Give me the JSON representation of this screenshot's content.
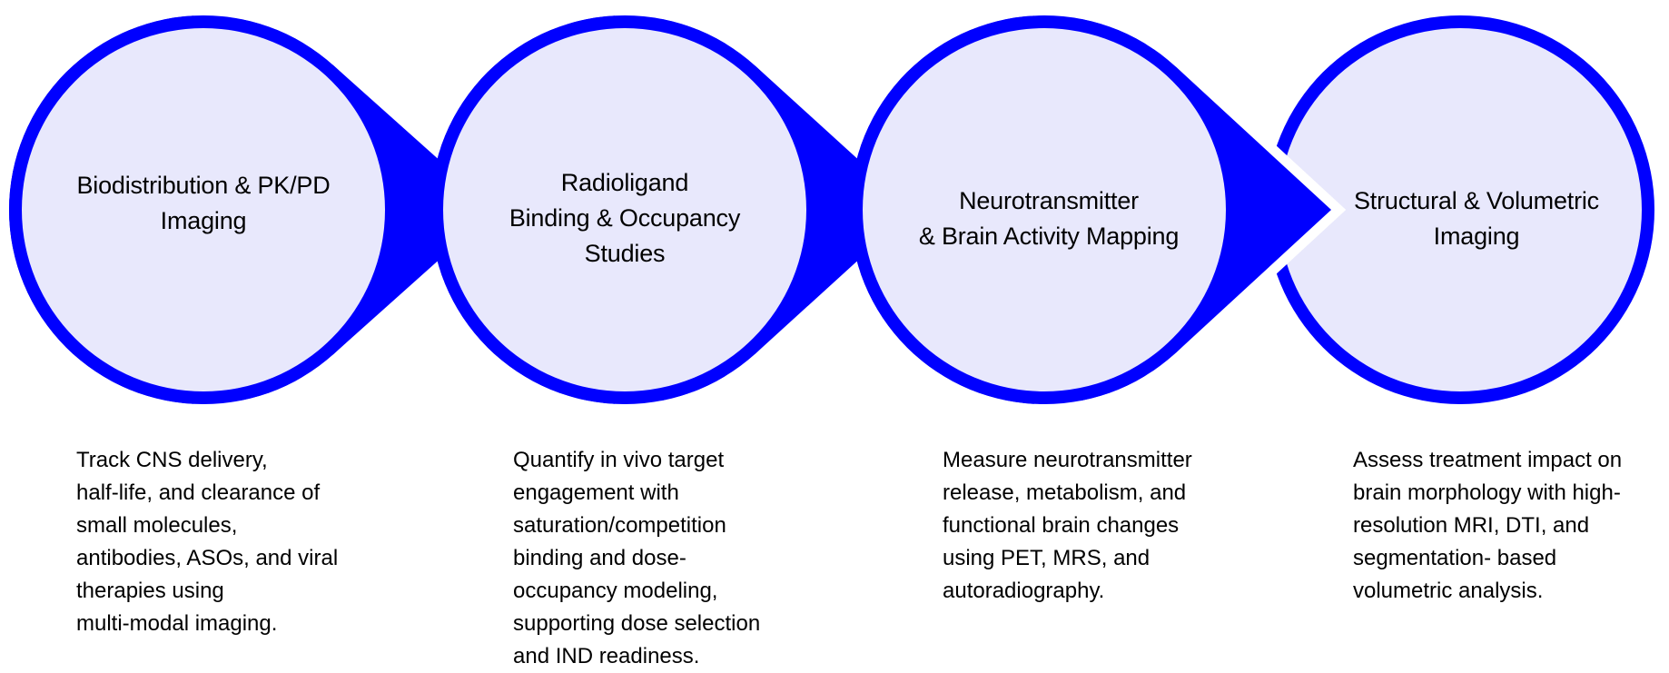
{
  "colors": {
    "ring": "#0000FF",
    "fill": "#E8E8FC",
    "gap": "#FFFFFF",
    "text": "#000000"
  },
  "steps": [
    {
      "title_lines": [
        "Biodistribution & PK/PD",
        "Imaging"
      ],
      "description_lines": [
        "Track CNS delivery,",
        "half-life, and clearance of",
        "small molecules,",
        "antibodies, ASOs, and viral",
        "therapies using",
        "multi-modal imaging."
      ]
    },
    {
      "title_lines": [
        "Radioligand",
        "Binding & Occupancy",
        "Studies"
      ],
      "description_lines": [
        "Quantify in vivo target",
        "engagement with",
        "saturation/competition",
        "binding and dose-",
        "occupancy modeling,",
        "supporting dose selection",
        "and IND readiness."
      ]
    },
    {
      "title_lines": [
        "Neurotransmitter",
        "& Brain Activity Mapping"
      ],
      "description_lines": [
        "Measure neurotransmitter",
        "release, metabolism, and",
        "functional brain changes",
        "using PET, MRS, and",
        "autoradiography."
      ]
    },
    {
      "title_lines": [
        "Structural & Volumetric",
        "Imaging"
      ],
      "description_lines": [
        "Assess treatment impact on",
        "brain morphology with high-",
        "resolution MRI, DTI, and",
        "segmentation- based",
        "volumetric analysis."
      ]
    }
  ]
}
